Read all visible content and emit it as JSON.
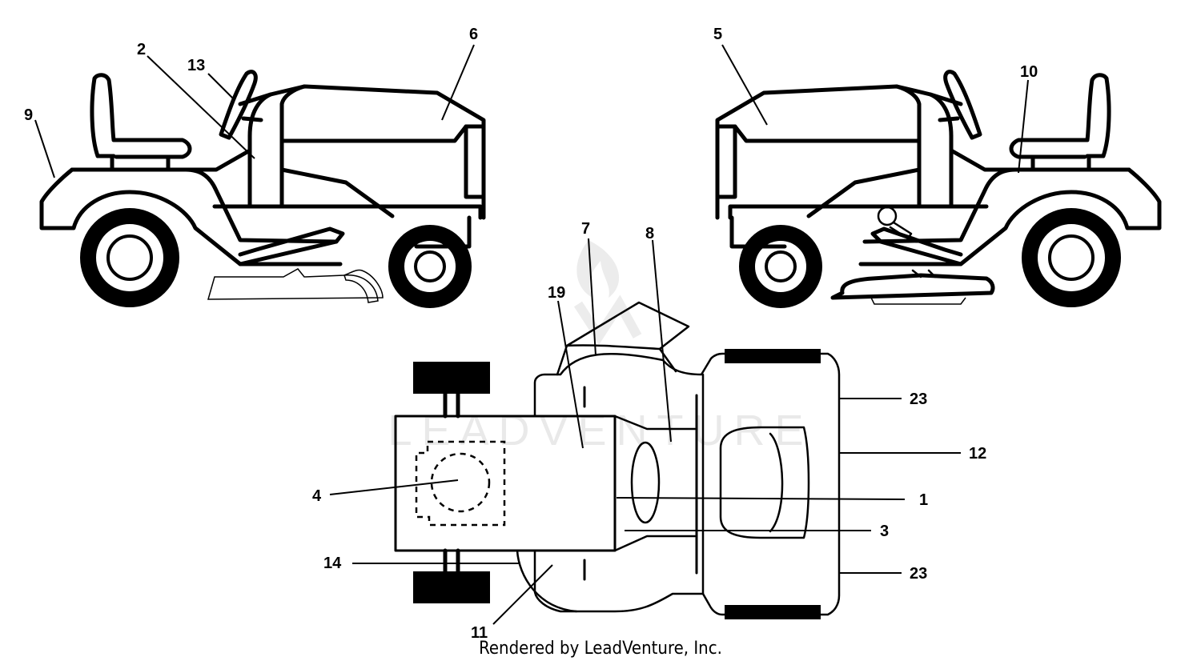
{
  "watermark": "LEADVENTURE",
  "footer": "Rendered by LeadVenture, Inc.",
  "callouts": [
    "1",
    "2",
    "3",
    "4",
    "5",
    "6",
    "7",
    "8",
    "9",
    "10",
    "11",
    "12",
    "13",
    "14",
    "19",
    "23",
    "23"
  ]
}
